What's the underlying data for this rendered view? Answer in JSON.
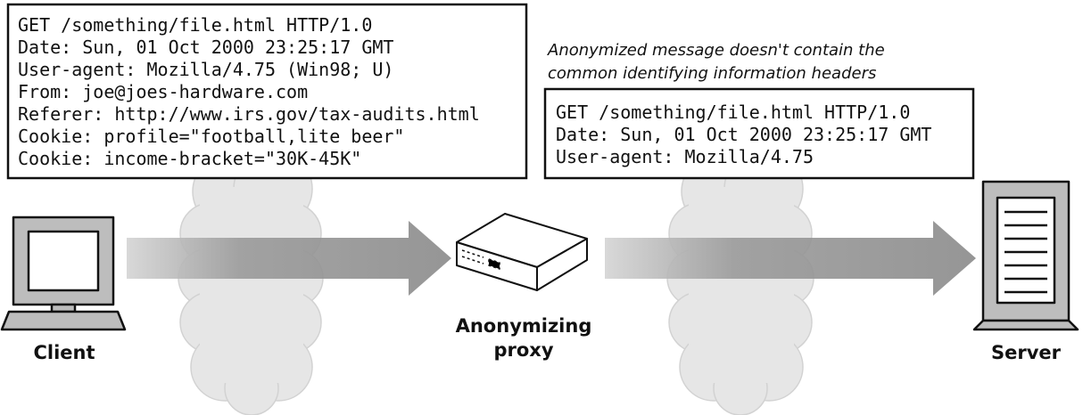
{
  "request_box": {
    "lines": [
      "GET /something/file.html HTTP/1.0",
      "Date: Sun, 01 Oct 2000 23:25:17 GMT",
      "User-agent: Mozilla/4.75 (Win98; U)",
      "From: joe@joes-hardware.com",
      "Referer: http://www.irs.gov/tax-audits.html",
      "Cookie: profile=\"football,lite beer\"",
      "Cookie: income-bracket=\"30K-45K\""
    ]
  },
  "note": {
    "lines": [
      "Anonymized message doesn't contain the",
      "common identifying information headers"
    ]
  },
  "anonymized_box": {
    "lines": [
      "GET /something/file.html HTTP/1.0",
      "Date: Sun, 01 Oct 2000 23:25:17 GMT",
      "User-agent: Mozilla/4.75"
    ]
  },
  "labels": {
    "client": "Client",
    "proxy_line1": "Anonymizing",
    "proxy_line2": "proxy",
    "server": "Server"
  },
  "icons": {
    "client": "computer-monitor-icon",
    "proxy": "proxy-box-icon",
    "server": "server-tower-icon",
    "network": "cloud-icon"
  },
  "colors": {
    "line": "#111111",
    "cloud": "#e6e6e6",
    "arrow": "#8c8c8c",
    "device_fill": "#bdbdbd",
    "box_fill": "#ffffff"
  }
}
